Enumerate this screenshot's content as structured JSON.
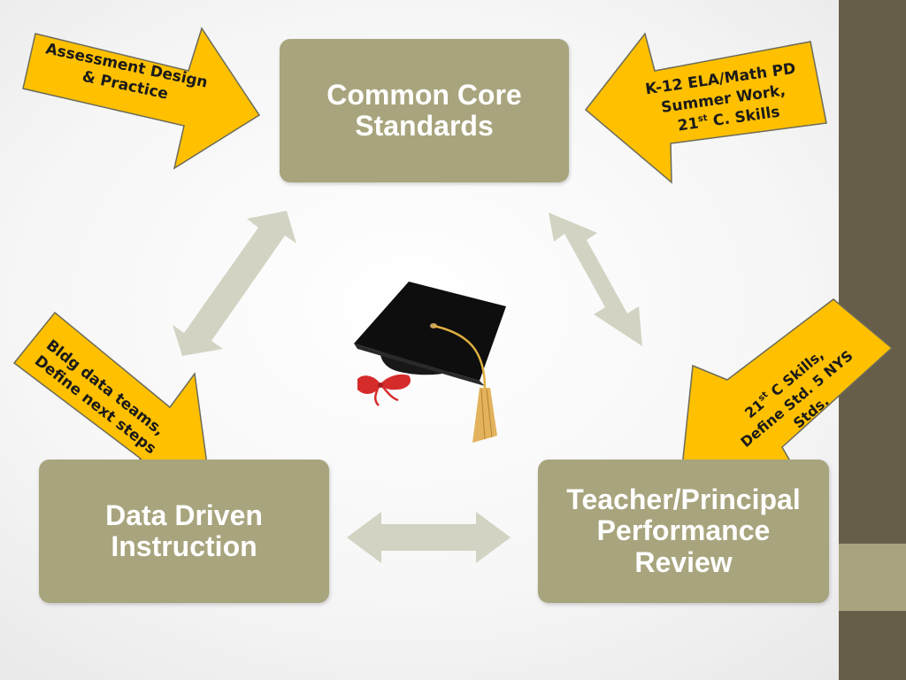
{
  "colors": {
    "sidebar_dark": "#675e4a",
    "sidebar_light": "#a8a47f",
    "box_fill": "#a8a47d",
    "box_text": "#ffffff",
    "connector": "#d3d3c3",
    "callout_fill": "#ffc000",
    "callout_stroke": "#6b6b5a"
  },
  "boxes": {
    "common_core": "Common Core Standards",
    "data_driven": "Data Driven Instruction",
    "teacher_principal": "Teacher/Principal Performance Review"
  },
  "callouts": {
    "assessment": {
      "line1": "Assessment Design",
      "line2": "& Practice"
    },
    "k12": {
      "line1": "K-12 ELA/Math PD",
      "line2": "Summer Work,",
      "line3_prefix": "21",
      "line3_sup": "st",
      "line3_suffix": " C. Skills"
    },
    "bldg": {
      "line1": "Bldg data teams,",
      "line2": "Define next steps"
    },
    "skills": {
      "line1_prefix": "21",
      "line1_sup": "st",
      "line1_suffix": " C Skills,",
      "line2": "Define Std. 5 NYS",
      "line3": "Stds."
    }
  },
  "icons": {
    "center": "graduation-cap-icon"
  }
}
